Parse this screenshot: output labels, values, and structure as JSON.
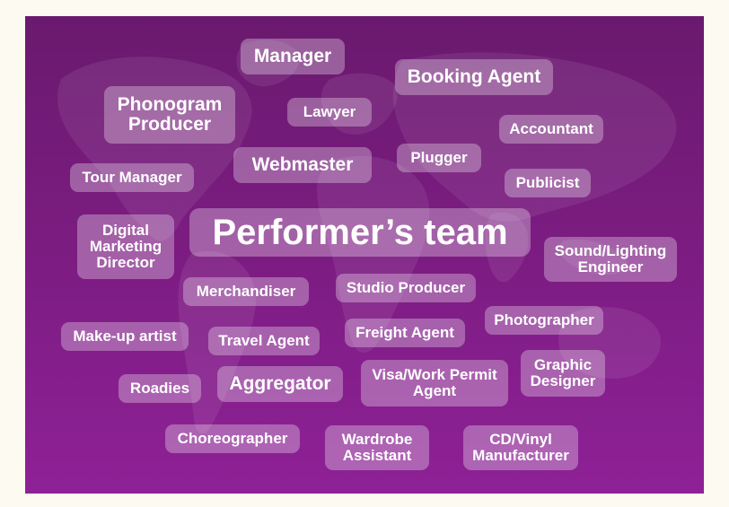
{
  "title": "Performer’s team",
  "roles": {
    "manager": "Manager",
    "booking_agent": "Booking Agent",
    "phonogram_producer": "Phonogram\nProducer",
    "lawyer": "Lawyer",
    "accountant": "Accountant",
    "tour_manager": "Tour Manager",
    "webmaster": "Webmaster",
    "plugger": "Plugger",
    "publicist": "Publicist",
    "digital_marketing_director": "Digital\nMarketing\nDirector",
    "sound_lighting_engineer": "Sound/Lighting\nEngineer",
    "merchandiser": "Merchandiser",
    "studio_producer": "Studio Producer",
    "photographer": "Photographer",
    "makeup_artist": "Make-up artist",
    "travel_agent": "Travel Agent",
    "freight_agent": "Freight Agent",
    "roadies": "Roadies",
    "aggregator": "Aggregator",
    "visa_work_permit_agent": "Visa/Work Permit\nAgent",
    "graphic_designer": "Graphic\nDesigner",
    "choreographer": "Choreographer",
    "wardrobe_assistant": "Wardrobe\nAssistant",
    "cd_vinyl_manufacturer": "CD/Vinyl\nManufacturer"
  },
  "colors": {
    "background_purple": "#7c1c82",
    "pill_fill": "rgba(255,255,255,0.30)",
    "text": "#ffffff",
    "page": "#fdfaf2"
  }
}
